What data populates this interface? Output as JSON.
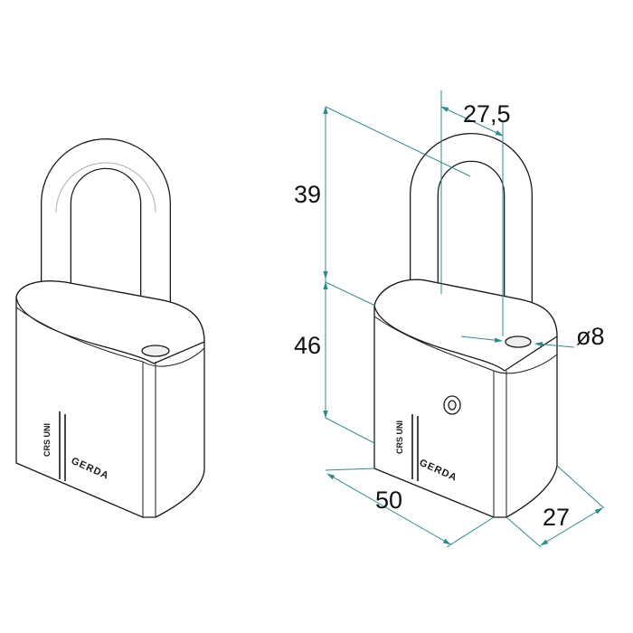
{
  "colors": {
    "dimension_line": "#2e8b8b",
    "outline": "#1a1a1a",
    "shackle_edge": "#1a1a1a",
    "shackle_fill": "#ffffff",
    "body_fill": "#ffffff",
    "text": "#111111"
  },
  "left_view": {
    "brand": "GERDA",
    "model": "CRS UNI"
  },
  "right_view": {
    "brand": "GERDA",
    "model": "CRS UNI"
  },
  "dimensions": {
    "shackle_height": "39",
    "shackle_width": "27,5",
    "shackle_diameter": "ø8",
    "body_height": "46",
    "body_width": "50",
    "body_depth": "27"
  }
}
